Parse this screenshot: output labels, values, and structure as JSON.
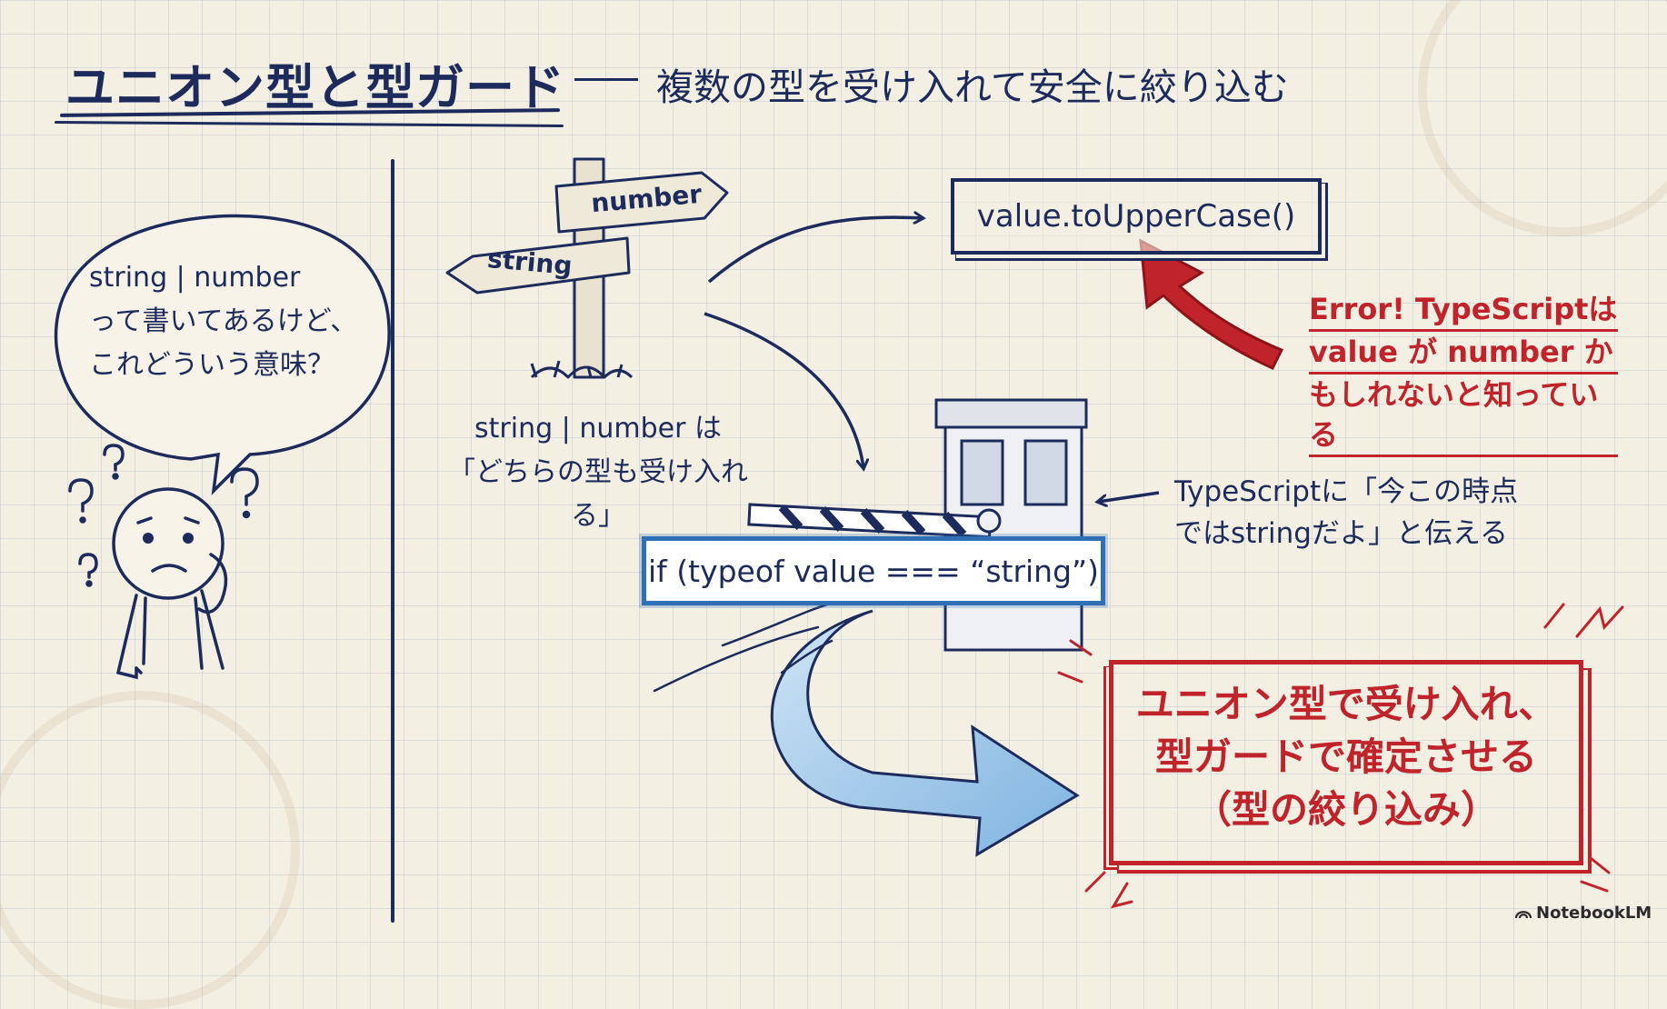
{
  "title": "ユニオン型と型ガード",
  "subtitle": "複数の型を受け入れて安全に絞り込む",
  "bubble": {
    "line1": "string | number",
    "line2": "って書いてあるけど、",
    "line3": "これどういう意味？"
  },
  "signpost": {
    "sign_number": "number",
    "sign_string": "string",
    "caption_line1": "string | number は",
    "caption_line2": "「どちらの型も受け入れる」"
  },
  "code_upper": "value.toUpperCase()",
  "error_note": {
    "line1": "Error!  TypeScriptは",
    "line2": "value が number か",
    "line3": "もしれないと知っている"
  },
  "type_guard_code": "if (typeof value === “string”)",
  "type_guard_note": {
    "line1": "TypeScriptに「今この時点",
    "line2": "ではstringだよ」と伝える"
  },
  "conclusion": {
    "line1": "ユニオン型で受け入れ、",
    "line2": "型ガードで確定させる",
    "line3": "（型の絞り込み）"
  },
  "brand": "NotebookLM",
  "colors": {
    "ink_navy": "#1d2b5c",
    "accent_red": "#c0232a",
    "accent_blue": "#2f6fb5",
    "arrow_light_blue": "#8fc0e8",
    "paper": "#f4efe3"
  }
}
